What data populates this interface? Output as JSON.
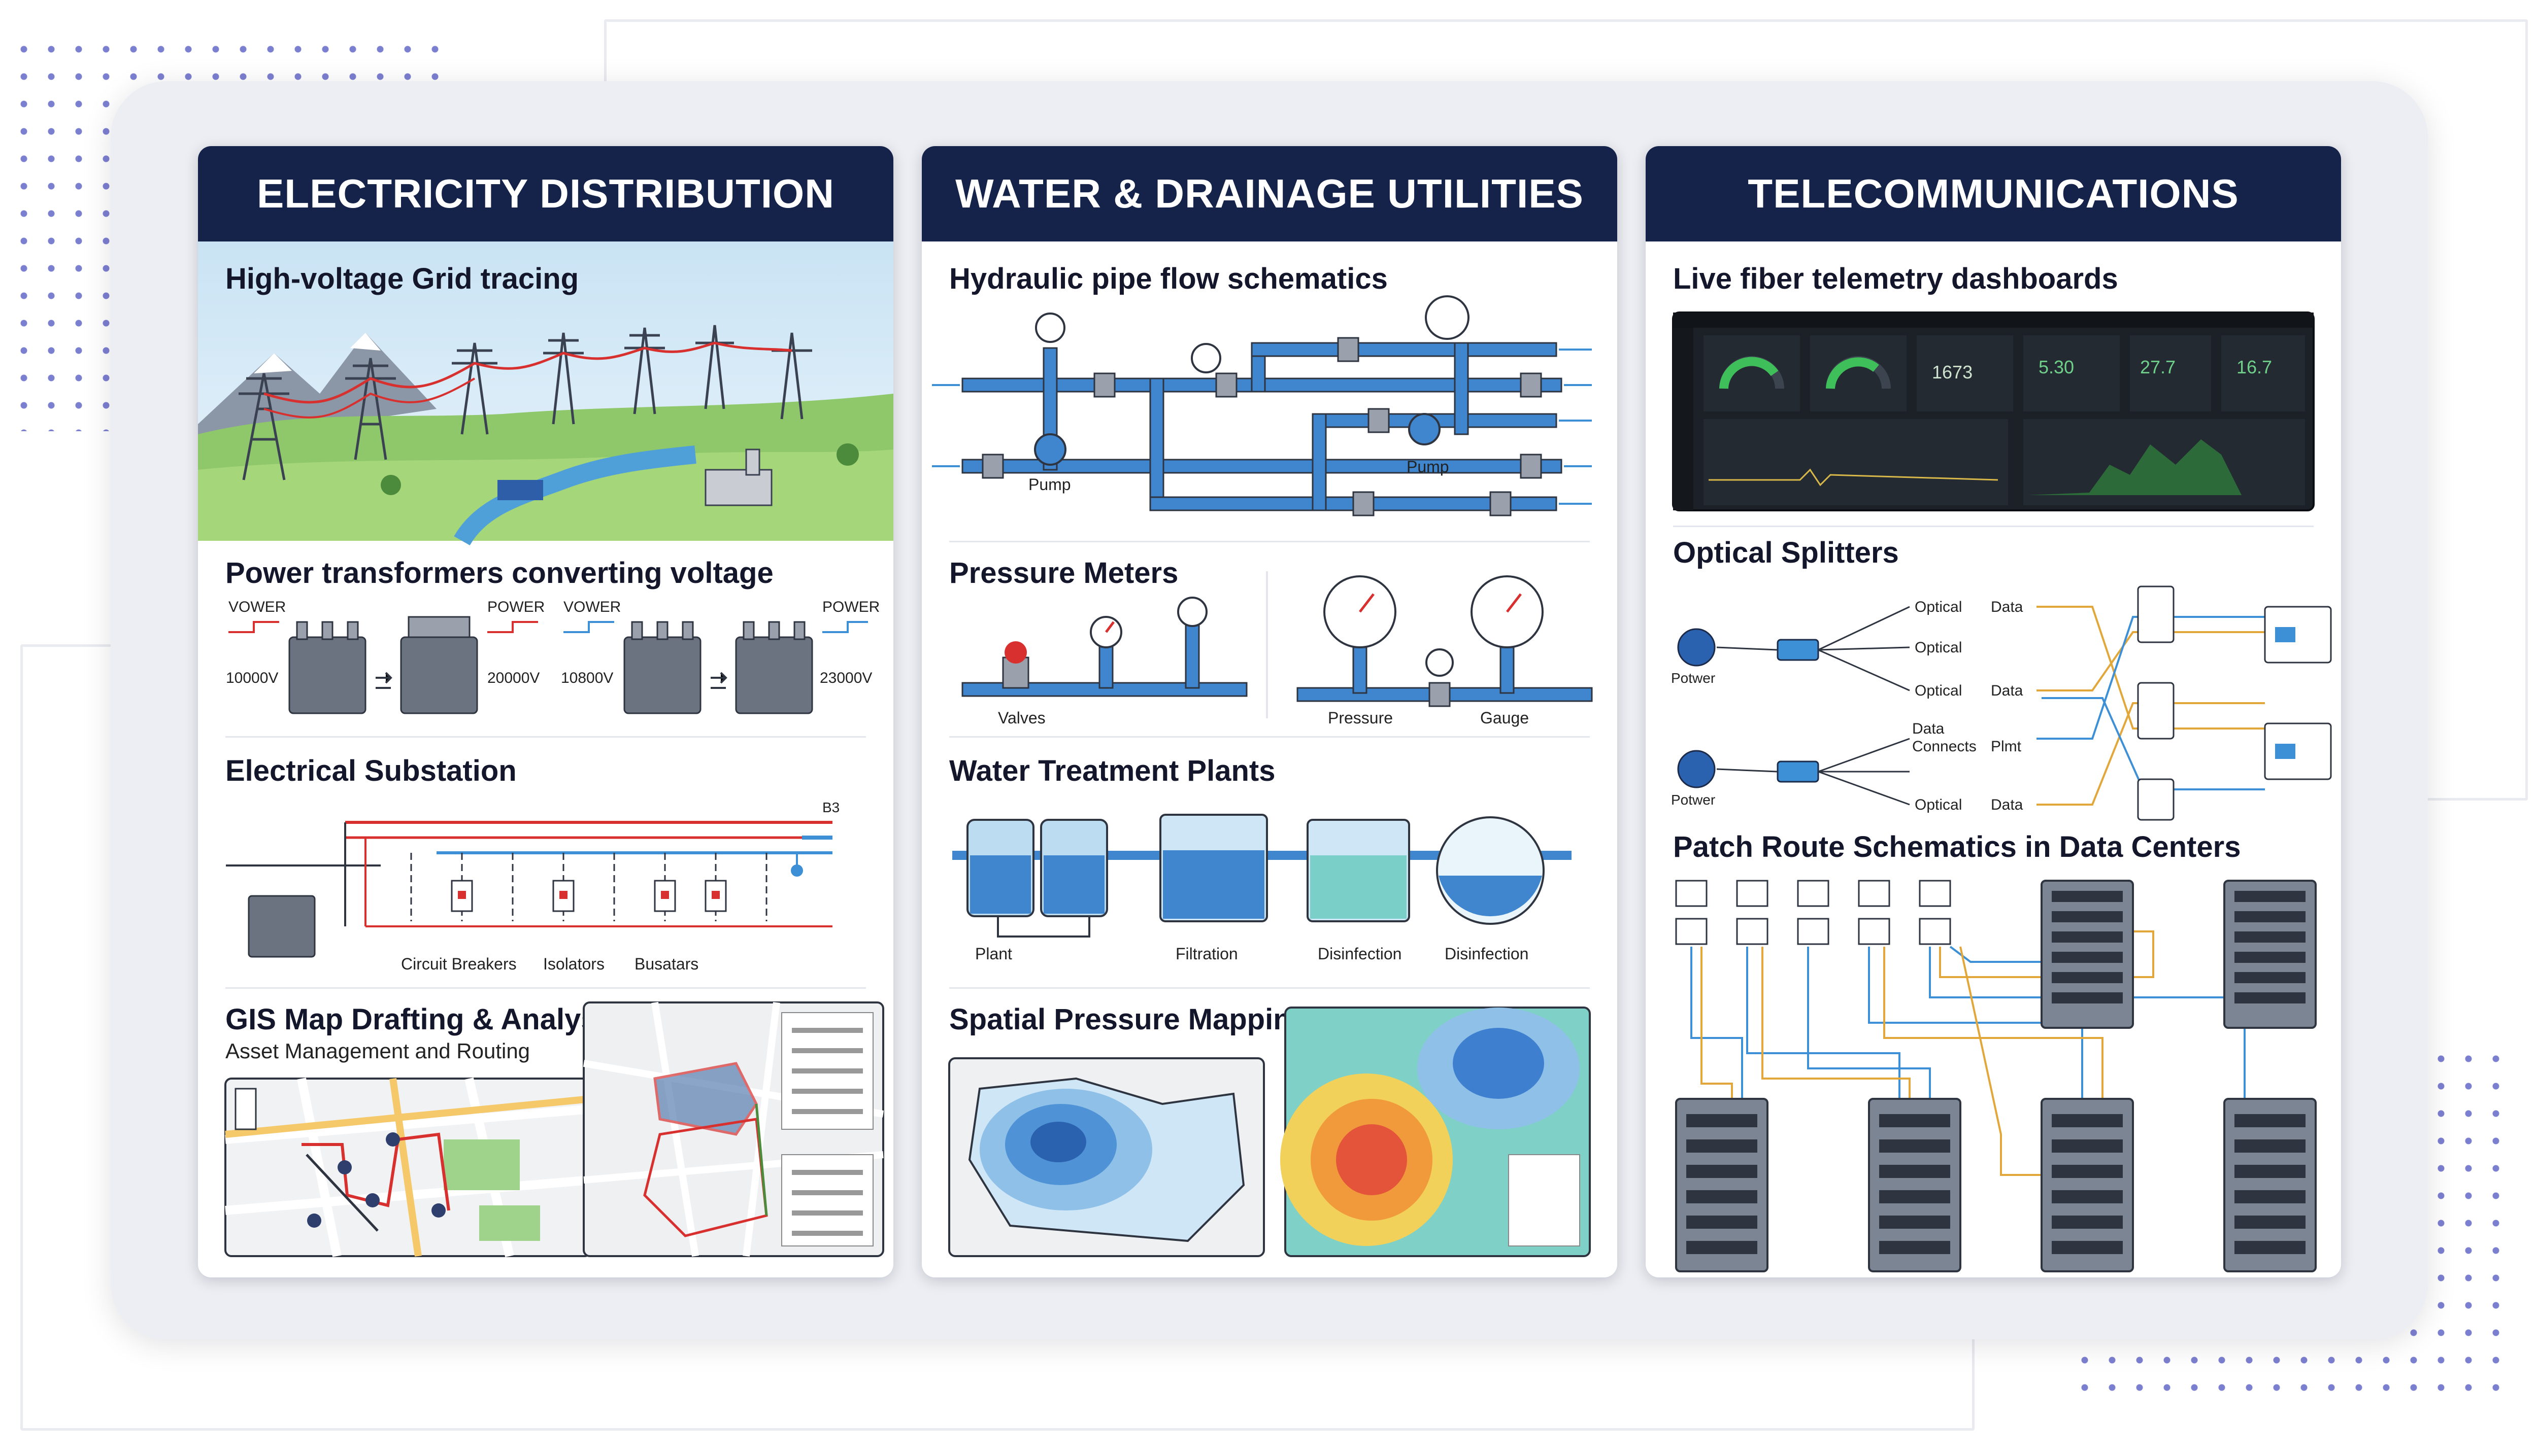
{
  "panels": [
    {
      "title": "ELECTRICITY DISTRIBUTION",
      "sections": {
        "grid": {
          "title": "High-voltage Grid tracing"
        },
        "transformers": {
          "title": "Power transformers converting voltage",
          "labels": [
            "VOWER",
            "POWER",
            "VOWER",
            "POWER"
          ],
          "values": [
            "10000V",
            "20000V",
            "10800V",
            "23000V"
          ]
        },
        "substation": {
          "title": "Electrical Substation",
          "bus_label": "B3",
          "labels": [
            "Circuit Breakers",
            "Isolators",
            "Busatars"
          ]
        },
        "gis": {
          "title": "GIS Map Drafting & Analysis",
          "subtitle": "Asset Management and Routing"
        }
      }
    },
    {
      "title": "WATER & DRAINAGE UTILITIES",
      "sections": {
        "hydraulic": {
          "title": "Hydraulic pipe flow schematics",
          "pump_labels": [
            "Pump",
            "Pump"
          ]
        },
        "pressure": {
          "title": "Pressure Meters",
          "labels": [
            "Valves",
            "Pressure",
            "Gauge"
          ]
        },
        "treatment": {
          "title": "Water Treatment Plants",
          "labels": [
            "Plant",
            "Filtration",
            "Disinfection",
            "Disinfection"
          ]
        },
        "spatial": {
          "title": "Spatial Pressure Mapping"
        }
      }
    },
    {
      "title": "TELECOMMUNICATIONS",
      "sections": {
        "telemetry": {
          "title": "Live fiber telemetry dashboards",
          "readouts": [
            "1673",
            "5.30",
            "27.7",
            "16.7"
          ]
        },
        "splitters": {
          "title": "Optical Splitters",
          "source_labels": [
            "Potwer",
            "Potwer"
          ],
          "out_labels": [
            "Optical",
            "Optical",
            "Optical",
            "Data",
            "Connects",
            "Optical"
          ],
          "data_labels": [
            "Data",
            "Data",
            "Plmt",
            "Data"
          ]
        },
        "patch": {
          "title": "Patch Route Schematics in Data Centers"
        }
      }
    }
  ],
  "colors": {
    "header": "#15224a",
    "pipe": "#3f86cf",
    "power_red": "#d8302e",
    "fiber_gold": "#e2a73a",
    "fiber_blue": "#3d8fd6"
  }
}
